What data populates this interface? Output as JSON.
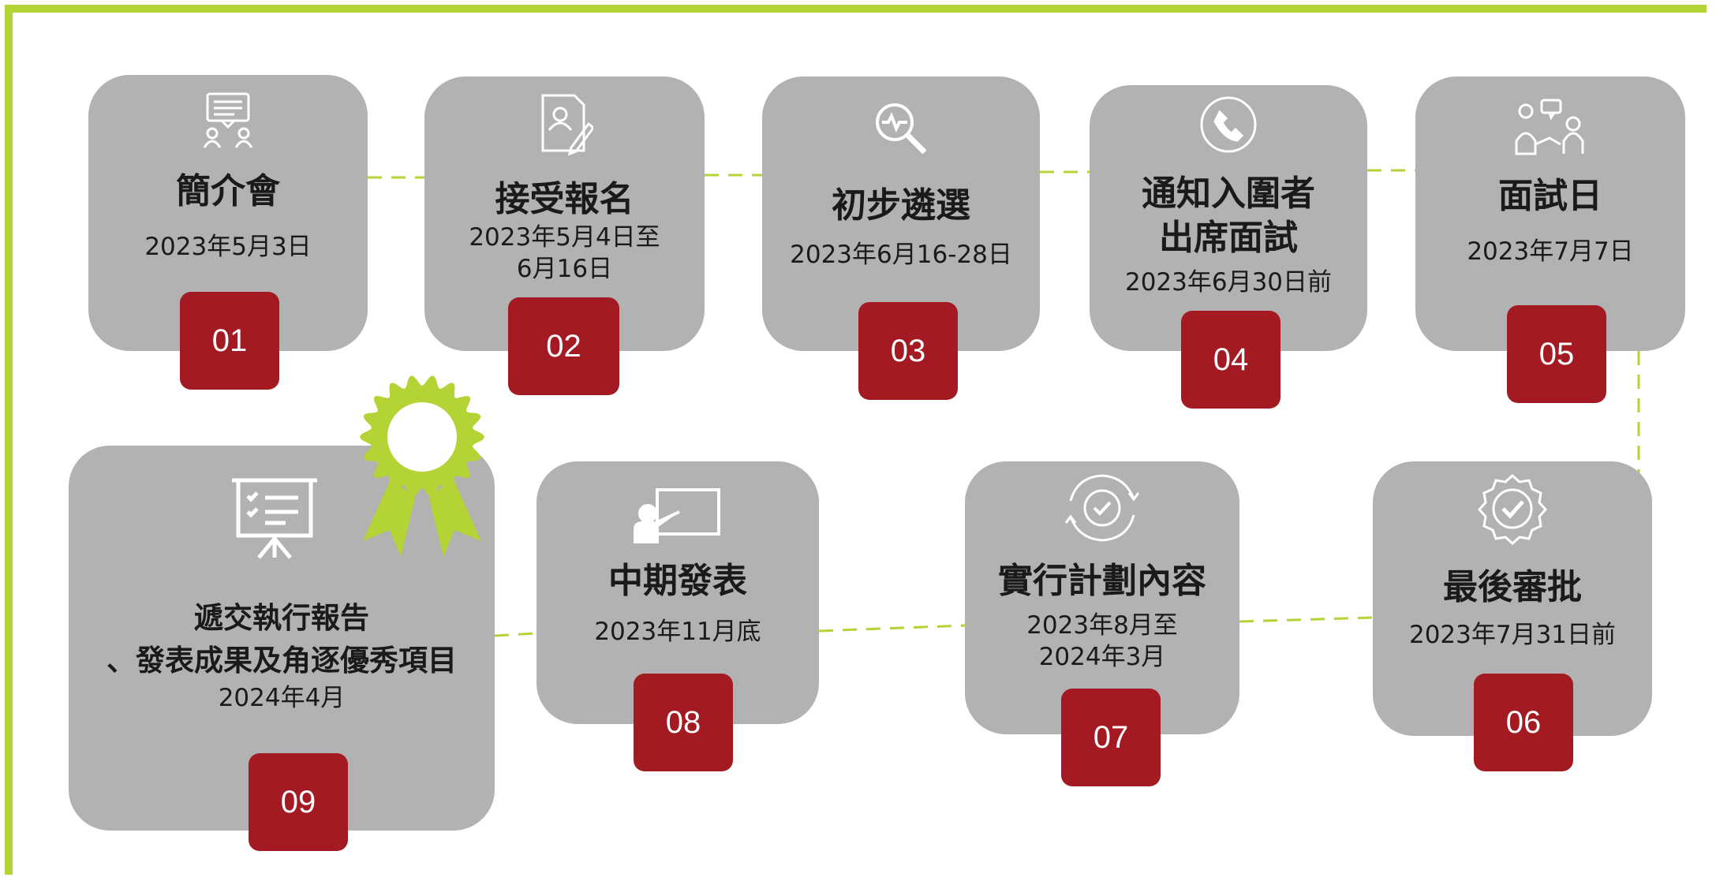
{
  "colors": {
    "frame": "#b4d334",
    "card": "#b2b2b2",
    "badge": "#a41a22",
    "icon": "#ffffff",
    "ribbon": "#b4d334"
  },
  "steps": [
    {
      "num": "01",
      "title": "簡介會",
      "date": "2023年5月3日",
      "icon": "presentation-chat-icon"
    },
    {
      "num": "02",
      "title": "接受報名",
      "date": "2023年5月4日至\n6月16日",
      "icon": "application-form-icon"
    },
    {
      "num": "03",
      "title": "初步遴選",
      "date": "2023年6月16-28日",
      "icon": "magnifier-analysis-icon"
    },
    {
      "num": "04",
      "title": "通知入圍者\n出席面試",
      "date": "2023年6月30日前",
      "icon": "phone-icon"
    },
    {
      "num": "05",
      "title": "面試日",
      "date": "2023年7月7日",
      "icon": "interview-people-icon"
    },
    {
      "num": "06",
      "title": "最後審批",
      "date": "2023年7月31日前",
      "icon": "approval-badge-icon"
    },
    {
      "num": "07",
      "title": "實行計劃內容",
      "date": "2023年8月至\n2024年3月",
      "icon": "gear-check-icon"
    },
    {
      "num": "08",
      "title": "中期發表",
      "date": "2023年11月底",
      "icon": "teacher-board-icon"
    },
    {
      "num": "09",
      "title": "遞交執行報告\n、發表成果及角逐優秀項目",
      "date": "2024年4月",
      "icon": "presentation-board-icon"
    }
  ]
}
